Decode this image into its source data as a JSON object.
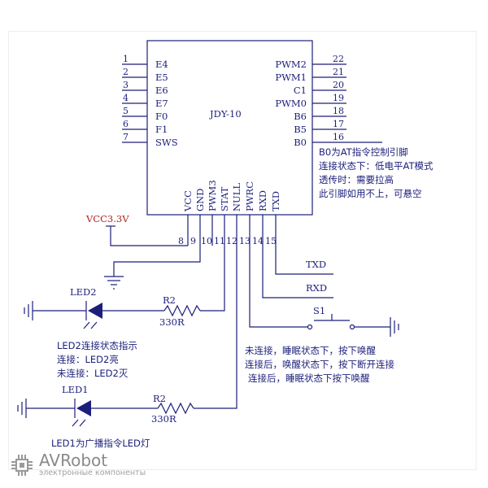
{
  "chip": {
    "name": "JDY-10",
    "left_pins": [
      {
        "num": "1",
        "label": "E4"
      },
      {
        "num": "2",
        "label": "E5"
      },
      {
        "num": "3",
        "label": "E6"
      },
      {
        "num": "4",
        "label": "E7"
      },
      {
        "num": "5",
        "label": "F0"
      },
      {
        "num": "6",
        "label": "F1"
      },
      {
        "num": "7",
        "label": "SWS"
      }
    ],
    "right_pins": [
      {
        "num": "22",
        "label": "PWM2"
      },
      {
        "num": "21",
        "label": "PWM1"
      },
      {
        "num": "20",
        "label": "C1"
      },
      {
        "num": "19",
        "label": "PWM0"
      },
      {
        "num": "18",
        "label": "B6"
      },
      {
        "num": "17",
        "label": "B5"
      },
      {
        "num": "16",
        "label": "B0"
      }
    ],
    "bottom_pins": [
      {
        "num": "8",
        "label": "VCC"
      },
      {
        "num": "9",
        "label": "GND"
      },
      {
        "num": "10",
        "label": "PWM3"
      },
      {
        "num": "11",
        "label": "STAT"
      },
      {
        "num": "12",
        "label": "NULL"
      },
      {
        "num": "13",
        "label": "PWRC"
      },
      {
        "num": "14",
        "label": "RXD"
      },
      {
        "num": "15",
        "label": "TXD"
      }
    ]
  },
  "power_label": "VCC3.3V",
  "b0_notes": [
    "B0为AT指令控制引脚",
    "连接状态下：低电平AT模式",
    "透传时：需要拉高",
    "此引脚如用不上，可悬空"
  ],
  "txd_label": "TXD",
  "rxd_label": "RXD",
  "switch_label": "S1",
  "switch_notes": [
    "未连接，睡眠状态下，按下唤醒",
    "连接后，唤醒状态下，按下断开连接",
    "连接后，睡眠状态下按下唤醒"
  ],
  "led2": {
    "name": "LED2",
    "resistor_name": "R2",
    "resistor_value": "330R",
    "notes": [
      "LED2连接状态指示",
      "连接：LED2亮",
      "未连接：LED2灭"
    ]
  },
  "led1": {
    "name": "LED1",
    "resistor_name": "R2",
    "resistor_value": "330R",
    "notes": [
      "LED1为广播指令LED灯"
    ]
  },
  "logo": {
    "name": "AVRobot",
    "tagline": "электронные компоненты",
    "color": "#8a8a8a"
  },
  "colors": {
    "wire": "#1c1f7a",
    "text": "#1c1f7a"
  }
}
